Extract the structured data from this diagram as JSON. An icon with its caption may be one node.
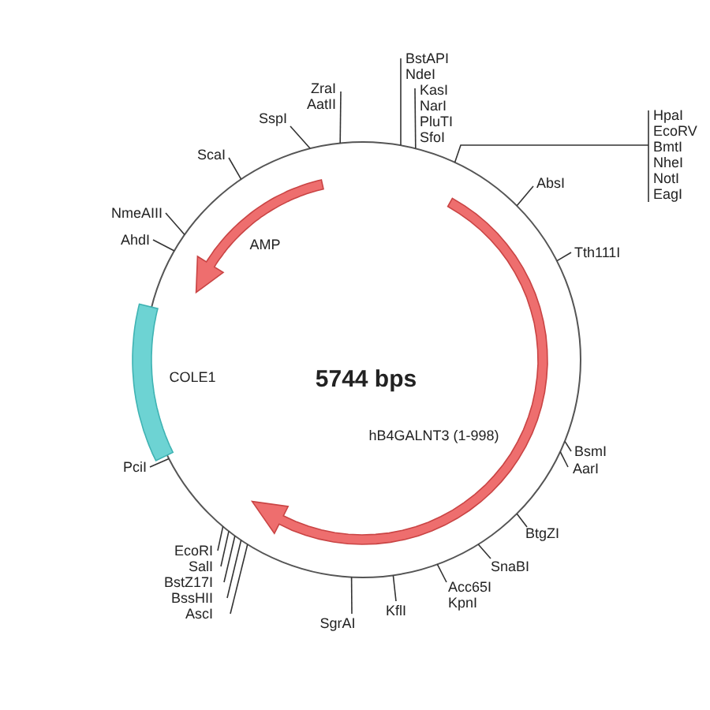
{
  "diagram": {
    "nodes": [
      {
        "text": [
          "SspI"
        ]
      },
      {
        "text": [
          "ZraI",
          "AatII"
        ]
      },
      {
        "text": [
          "BstAPI",
          "NdeI"
        ]
      },
      {
        "text": [
          "KasI",
          "NarI",
          "PluTI",
          "SfoI"
        ]
      },
      {
        "text": [
          "HpaI",
          "EcoRV",
          "BmtI",
          "NheI",
          "NotI",
          "EagI"
        ]
      },
      {
        "text": [
          "AbsI"
        ]
      },
      {
        "text": [
          "Tth111I"
        ]
      },
      {
        "text": [
          "BsmI"
        ]
      },
      {
        "text": [
          "AarI"
        ]
      },
      {
        "text": [
          "BtgZI"
        ]
      },
      {
        "text": [
          "SnaBI"
        ]
      },
      {
        "text": [
          "Acc65I",
          "KpnI"
        ]
      },
      {
        "text": [
          "KflI"
        ]
      },
      {
        "text": [
          "SgrAI"
        ]
      },
      {
        "text": [
          "EcoRI"
        ]
      },
      {
        "text": [
          "SalI"
        ]
      },
      {
        "text": [
          "BstZ17I"
        ]
      },
      {
        "text": [
          "BssHII"
        ]
      },
      {
        "text": [
          "AscI"
        ]
      },
      {
        "text": [
          "PciI"
        ]
      },
      {
        "text": [
          "AhdI"
        ]
      },
      {
        "text": [
          "NmeAIII"
        ]
      },
      {
        "text": [
          "ScaI"
        ]
      },
      {
        "text": [],
        "shape": "circle"
      },
      {
        "text": [],
        "shape": "bar"
      }
    ],
    "edges": [
      {
        "from": 0,
        "to": 23,
        "arrow": "none"
      },
      {
        "from": 1,
        "to": 23,
        "arrow": "none"
      },
      {
        "from": 2,
        "to": 23,
        "arrow": "none"
      },
      {
        "from": 3,
        "to": 23,
        "arrow": "none"
      },
      {
        "from": 4,
        "to": 23,
        "arrow": "none"
      },
      {
        "from": 5,
        "to": 23,
        "arrow": "none"
      },
      {
        "from": 6,
        "to": 23,
        "arrow": "none"
      },
      {
        "from": 7,
        "to": 23,
        "arrow": "none"
      },
      {
        "from": 8,
        "to": 23,
        "arrow": "none"
      },
      {
        "from": 9,
        "to": 23,
        "arrow": "none"
      },
      {
        "from": 10,
        "to": 23,
        "arrow": "none"
      },
      {
        "from": 11,
        "to": 23,
        "arrow": "none"
      },
      {
        "from": 12,
        "to": 23,
        "arrow": "none"
      },
      {
        "from": 13,
        "to": 23,
        "arrow": "none"
      },
      {
        "from": 14,
        "to": 23,
        "arrow": "none"
      },
      {
        "from": 15,
        "to": 23,
        "arrow": "none"
      },
      {
        "from": 16,
        "to": 23,
        "arrow": "none"
      },
      {
        "from": 17,
        "to": 23,
        "arrow": "none"
      },
      {
        "from": 18,
        "to": 23,
        "arrow": "none"
      },
      {
        "from": 19,
        "to": 23,
        "arrow": "none"
      },
      {
        "from": 20,
        "to": 23,
        "arrow": "none"
      },
      {
        "from": 21,
        "to": 23,
        "arrow": "none"
      },
      {
        "from": 22,
        "to": 23,
        "arrow": "none"
      }
    ],
    "labels": [
      "AMP",
      "COLE1",
      "5744 bps",
      "hB4GALNT3 (1-998)"
    ]
  }
}
